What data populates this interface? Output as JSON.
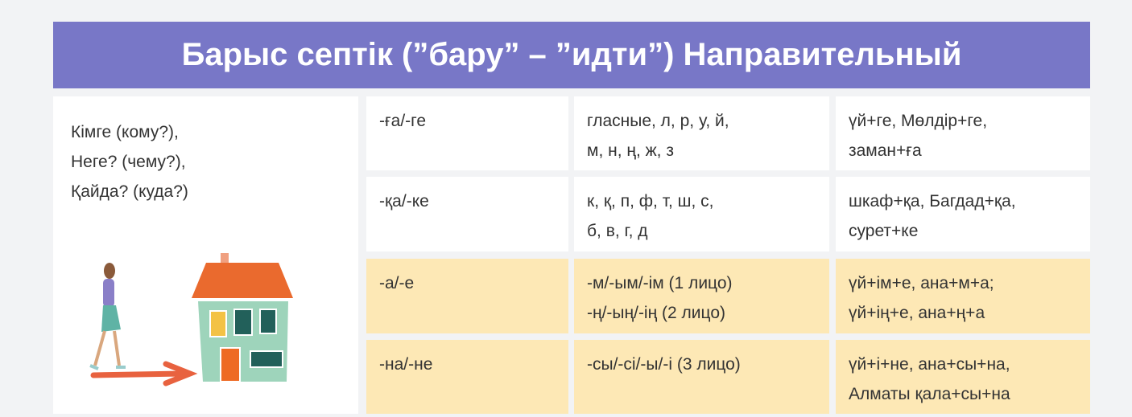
{
  "title": "Барыс септік (”бару” – ”идти”) Направительный",
  "questions": [
    "Кімге (кому?),",
    "Неге? (чему?),",
    "Қайда? (куда?)"
  ],
  "rows": [
    {
      "suffix": "-ға/-ге",
      "cond": [
        "гласные, л, р, у, й,",
        "м, н, ң, ж, з"
      ],
      "ex": [
        "үй+ге, Мөлдір+ге,",
        "заман+ға"
      ],
      "highlight": false
    },
    {
      "suffix": "-қа/-ке",
      "cond": [
        "к, қ, п, ф, т, ш, с,",
        "б, в, г, д"
      ],
      "ex": [
        "шкаф+қа, Багдад+қа,",
        "сурет+ке"
      ],
      "highlight": false
    },
    {
      "suffix": "-а/-е",
      "cond": [
        "-м/-ым/-ім (1 лицо)",
        "-ң/-ың/-ің (2 лицо)"
      ],
      "ex": [
        "үй+ім+е, ана+м+а;",
        "үй+ің+е, ана+ң+а"
      ],
      "highlight": true
    },
    {
      "suffix": "-на/-не",
      "cond": [
        "-сы/-сі/-ы/-і (3 лицо)"
      ],
      "ex": [
        "үй+і+не, ана+сы+на,",
        "Алматы қала+сы+на"
      ],
      "highlight": true
    }
  ],
  "colors": {
    "header": "#7877c7",
    "highlight": "#fde8b5"
  }
}
